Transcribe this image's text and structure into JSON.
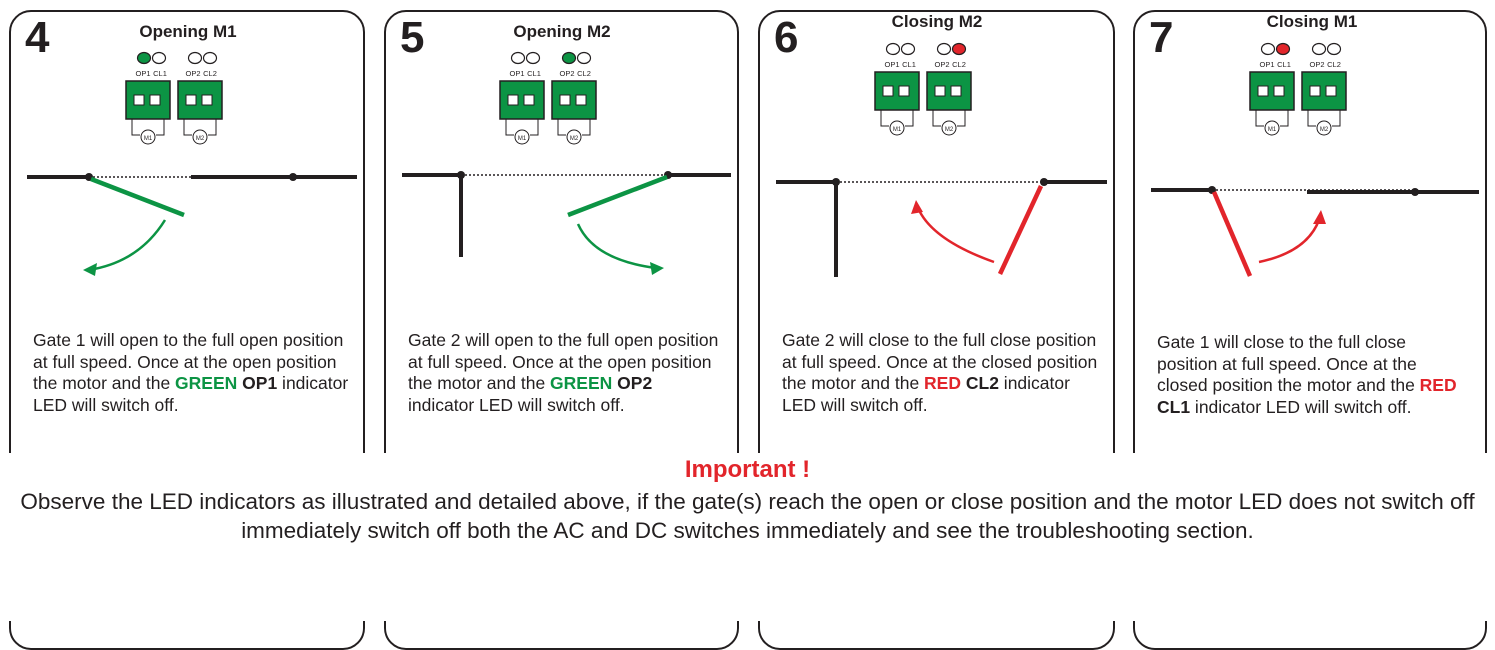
{
  "steps": [
    {
      "number": "4",
      "title": "Opening M1",
      "gate": "1",
      "action": "open",
      "text_before": "Gate 1 will open to the full open position at full speed. Once at the open position the motor and the ",
      "color_word": "GREEN",
      "led": "OP1",
      "text_after": " indicator LED will switch off.",
      "led_state": {
        "OP1": "green",
        "CL1": "off",
        "OP2": "off",
        "CL2": "off"
      },
      "color": "#0c9444"
    },
    {
      "number": "5",
      "title": "Opening M2",
      "gate": "2",
      "action": "open",
      "text_before": "Gate 2 will open to the full open position at full speed. Once at the open position the motor and the ",
      "color_word": "GREEN",
      "led": "OP2",
      "text_after": " indicator LED will switch off.",
      "led_state": {
        "OP1": "off",
        "CL1": "off",
        "OP2": "green",
        "CL2": "off"
      },
      "color": "#0c9444"
    },
    {
      "number": "6",
      "title": "Closing M2",
      "gate": "2",
      "action": "close",
      "text_before": "Gate 2 will close to the full close position at full speed. Once at the closed position the motor and the ",
      "color_word": "RED",
      "led": "CL2",
      "text_after": " indicator LED will switch off.",
      "led_state": {
        "OP1": "off",
        "CL1": "off",
        "OP2": "off",
        "CL2": "red"
      },
      "color": "#e2252b"
    },
    {
      "number": "7",
      "title": "Closing M1",
      "gate": "1",
      "action": "close",
      "text_before": "Gate 1 will close to the full close position at full speed. Once at the closed position the motor and the ",
      "color_word": "RED",
      "led": "CL1",
      "text_after": " indicator LED will switch off.",
      "led_state": {
        "OP1": "off",
        "CL1": "red",
        "OP2": "off",
        "CL2": "off"
      },
      "color": "#e2252b"
    }
  ],
  "led_labels": {
    "op1": "OP1",
    "cl1": "CL1",
    "op2": "OP2",
    "cl2": "CL2"
  },
  "motor_labels": {
    "m1": "M1",
    "m2": "M2"
  },
  "important": {
    "title": "Important !",
    "text": "Observe the LED indicators as illustrated and detailed above, if the gate(s) reach the open or close position and the motor LED does not switch off immediately switch off both the AC and DC switches immediately and see the troubleshooting section."
  },
  "colors": {
    "green": "#0c9444",
    "red": "#e2252b",
    "terminal": "#0c9444",
    "ink": "#231f20"
  }
}
